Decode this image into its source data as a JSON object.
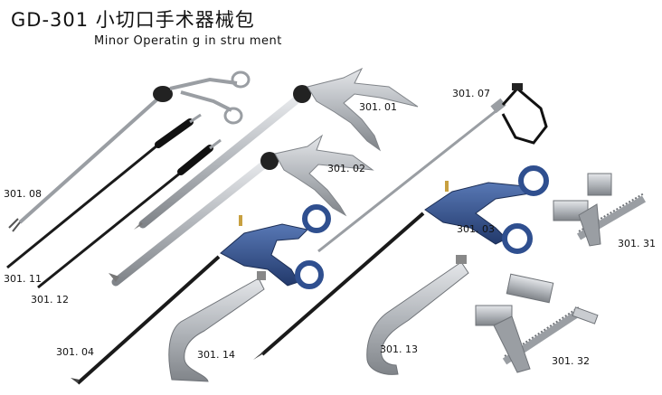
{
  "header": {
    "title": "GD-301 小切口手术器械包",
    "subtitle": "Minor Operatin g in stru ment"
  },
  "labels": {
    "l30101": "301. 01",
    "l30102": "301. 02",
    "l30103": "301. 03",
    "l30104": "301. 04",
    "l30107": "301. 07",
    "l30108": "301. 08",
    "l30111": "301. 11",
    "l30112": "301. 12",
    "l30113": "301. 13",
    "l30114": "301. 14",
    "l30131": "301. 31",
    "l30132": "301. 32"
  },
  "colors": {
    "steel": "#b9bcc1",
    "steel_dark": "#6f7378",
    "black_shaft": "#1a1a1a",
    "blue_handle": "#2f4f8f"
  }
}
